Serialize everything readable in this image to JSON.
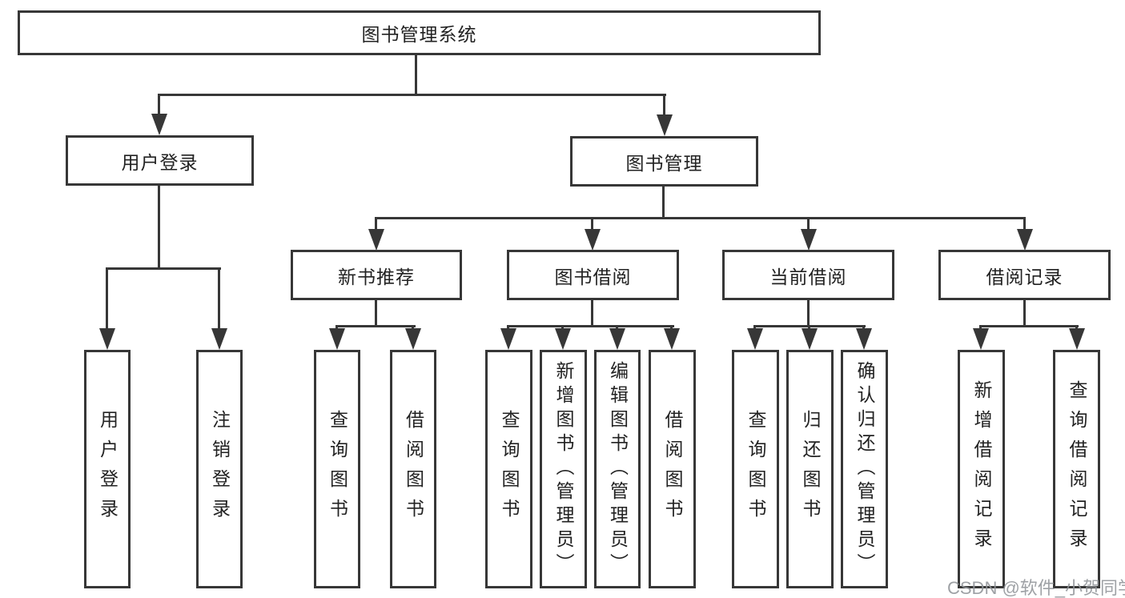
{
  "tree": {
    "root": {
      "label": "图书管理系统"
    },
    "branches": [
      {
        "label": "用户登录",
        "children": [
          "用户登录",
          "注销登录"
        ]
      },
      {
        "label": "图书管理",
        "sections": [
          {
            "label": "新书推荐",
            "children": [
              "查询图书",
              "借阅图书"
            ]
          },
          {
            "label": "图书借阅",
            "children": [
              "查询图书",
              "新增图书（管理员）",
              "编辑图书（管理员）",
              "借阅图书"
            ]
          },
          {
            "label": "当前借阅",
            "children": [
              "查询图书",
              "归还图书",
              "确认归还（管理员）"
            ]
          },
          {
            "label": "借阅记录",
            "children": [
              "新增借阅记录",
              "查询借阅记录"
            ]
          }
        ]
      }
    ]
  },
  "watermark": "CSDN @软件_小贺同学",
  "colors": {
    "line": "#373737",
    "border": "#373737",
    "text": "#222222",
    "watermark": "#919498",
    "background": "#ffffff"
  }
}
